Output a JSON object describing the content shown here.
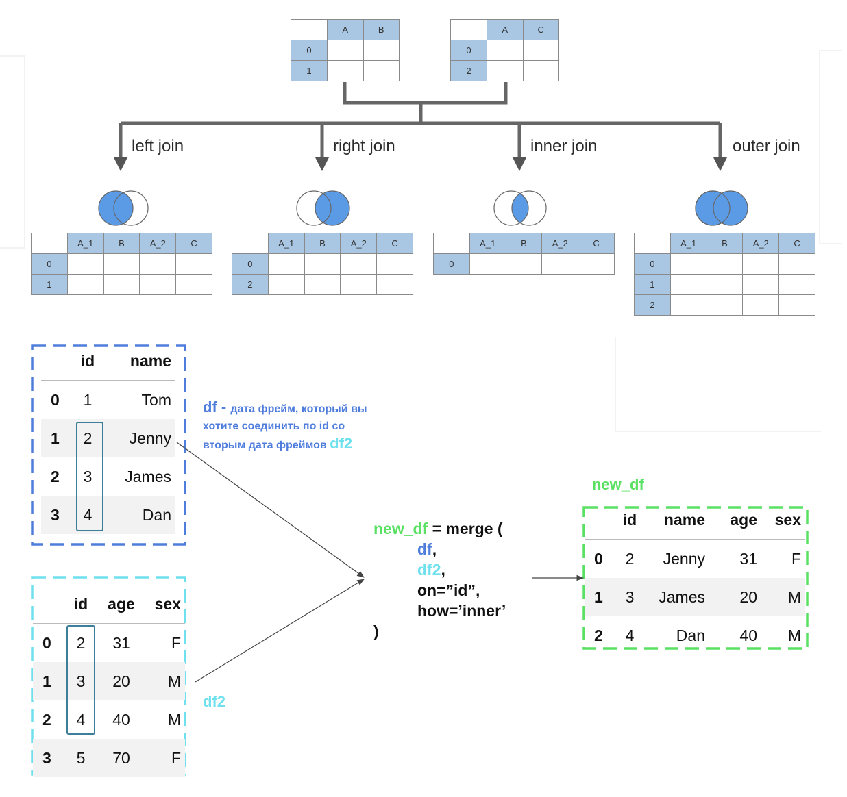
{
  "colors": {
    "header_blue": "#a9c7e3",
    "venn_blue": "#5b9be6",
    "df_blue": "#4f7ddc",
    "df2_cyan": "#6ee0ee",
    "new_df_green": "#5ae062"
  },
  "inputs": {
    "left_table": {
      "cols": [
        "A",
        "B"
      ],
      "rows": [
        "0",
        "1"
      ]
    },
    "right_table": {
      "cols": [
        "A",
        "C"
      ],
      "rows": [
        "0",
        "2"
      ]
    }
  },
  "joins": [
    {
      "label": "left join",
      "cols": [
        "A_1",
        "B",
        "A_2",
        "C"
      ],
      "rows": [
        "0",
        "1"
      ]
    },
    {
      "label": "right join",
      "cols": [
        "A_1",
        "B",
        "A_2",
        "C"
      ],
      "rows": [
        "0",
        "2"
      ]
    },
    {
      "label": "inner join",
      "cols": [
        "A_1",
        "B",
        "A_2",
        "C"
      ],
      "rows": [
        "0"
      ]
    },
    {
      "label": "outer join",
      "cols": [
        "A_1",
        "B",
        "A_2",
        "C"
      ],
      "rows": [
        "0",
        "1",
        "2"
      ]
    }
  ],
  "df": {
    "headers": [
      "id",
      "name"
    ],
    "rows": [
      {
        "idx": "0",
        "id": "1",
        "name": "Tom"
      },
      {
        "idx": "1",
        "id": "2",
        "name": "Jenny"
      },
      {
        "idx": "2",
        "id": "3",
        "name": "James"
      },
      {
        "idx": "3",
        "id": "4",
        "name": "Dan"
      }
    ]
  },
  "df_note": {
    "name": "df",
    "dash": " - ",
    "line1": "дата фрейм, который вы",
    "line2": "хотите соединить по id со",
    "line3": "вторым дата фреймов ",
    "name2": "df2"
  },
  "df2": {
    "headers": [
      "id",
      "age",
      "sex"
    ],
    "rows": [
      {
        "idx": "0",
        "id": "2",
        "age": "31",
        "sex": "F"
      },
      {
        "idx": "1",
        "id": "3",
        "age": "20",
        "sex": "M"
      },
      {
        "idx": "2",
        "id": "4",
        "age": "40",
        "sex": "M"
      },
      {
        "idx": "3",
        "id": "5",
        "age": "70",
        "sex": "F"
      }
    ]
  },
  "df2_label": "df2",
  "code": {
    "var": "new_df",
    "call": " = merge (",
    "arg1": "df",
    "arg2": "df2",
    "comma": ",",
    "on": "on=”id”,",
    "how": "how=’inner’",
    "close": ")"
  },
  "new_df": {
    "label": "new_df",
    "headers": [
      "id",
      "name",
      "age",
      "sex"
    ],
    "rows": [
      {
        "idx": "0",
        "id": "2",
        "name": "Jenny",
        "age": "31",
        "sex": "F"
      },
      {
        "idx": "1",
        "id": "3",
        "name": "James",
        "age": "20",
        "sex": "M"
      },
      {
        "idx": "2",
        "id": "4",
        "name": "Dan",
        "age": "40",
        "sex": "M"
      }
    ]
  }
}
